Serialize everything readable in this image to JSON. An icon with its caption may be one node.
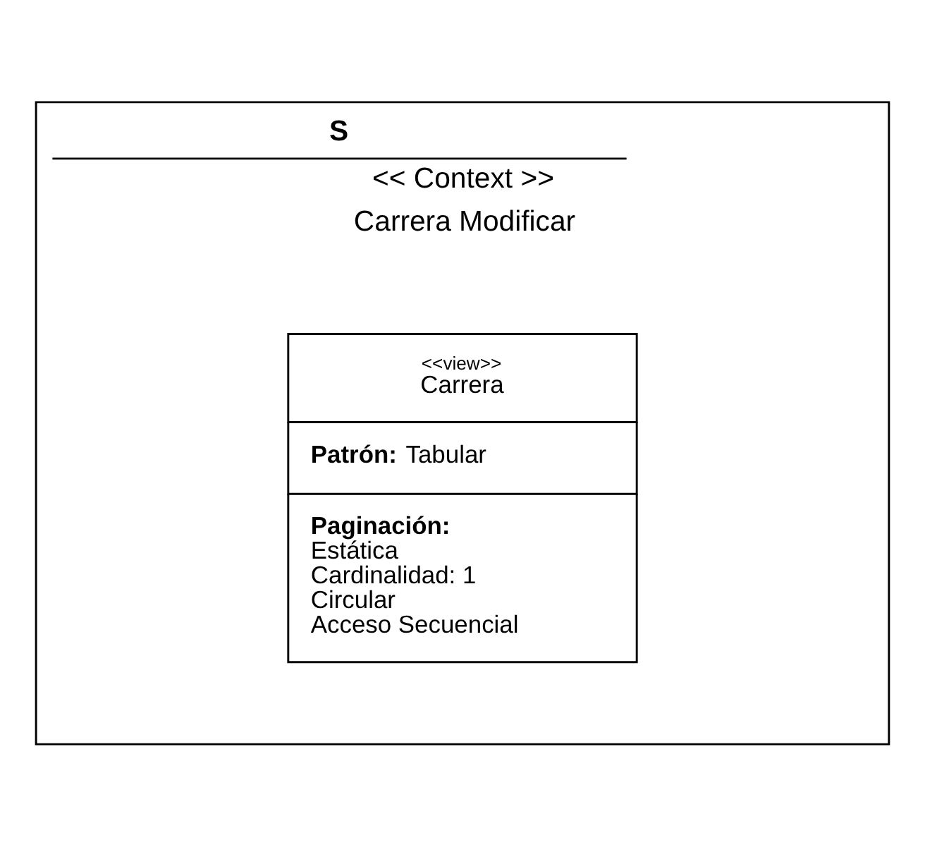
{
  "diagram": {
    "nodes": [
      {
        "text": [
          "S",
          "<< Context >>",
          "Carrera Modificar"
        ]
      },
      {
        "text": [
          "<<view>>",
          "Carrera",
          "**Patrón:** Tabular",
          "**Paginación:**",
          "Estática",
          "Cardinalidad: 1",
          "Circular",
          "Acceso Secuencial"
        ],
        "in": 0
      }
    ]
  }
}
